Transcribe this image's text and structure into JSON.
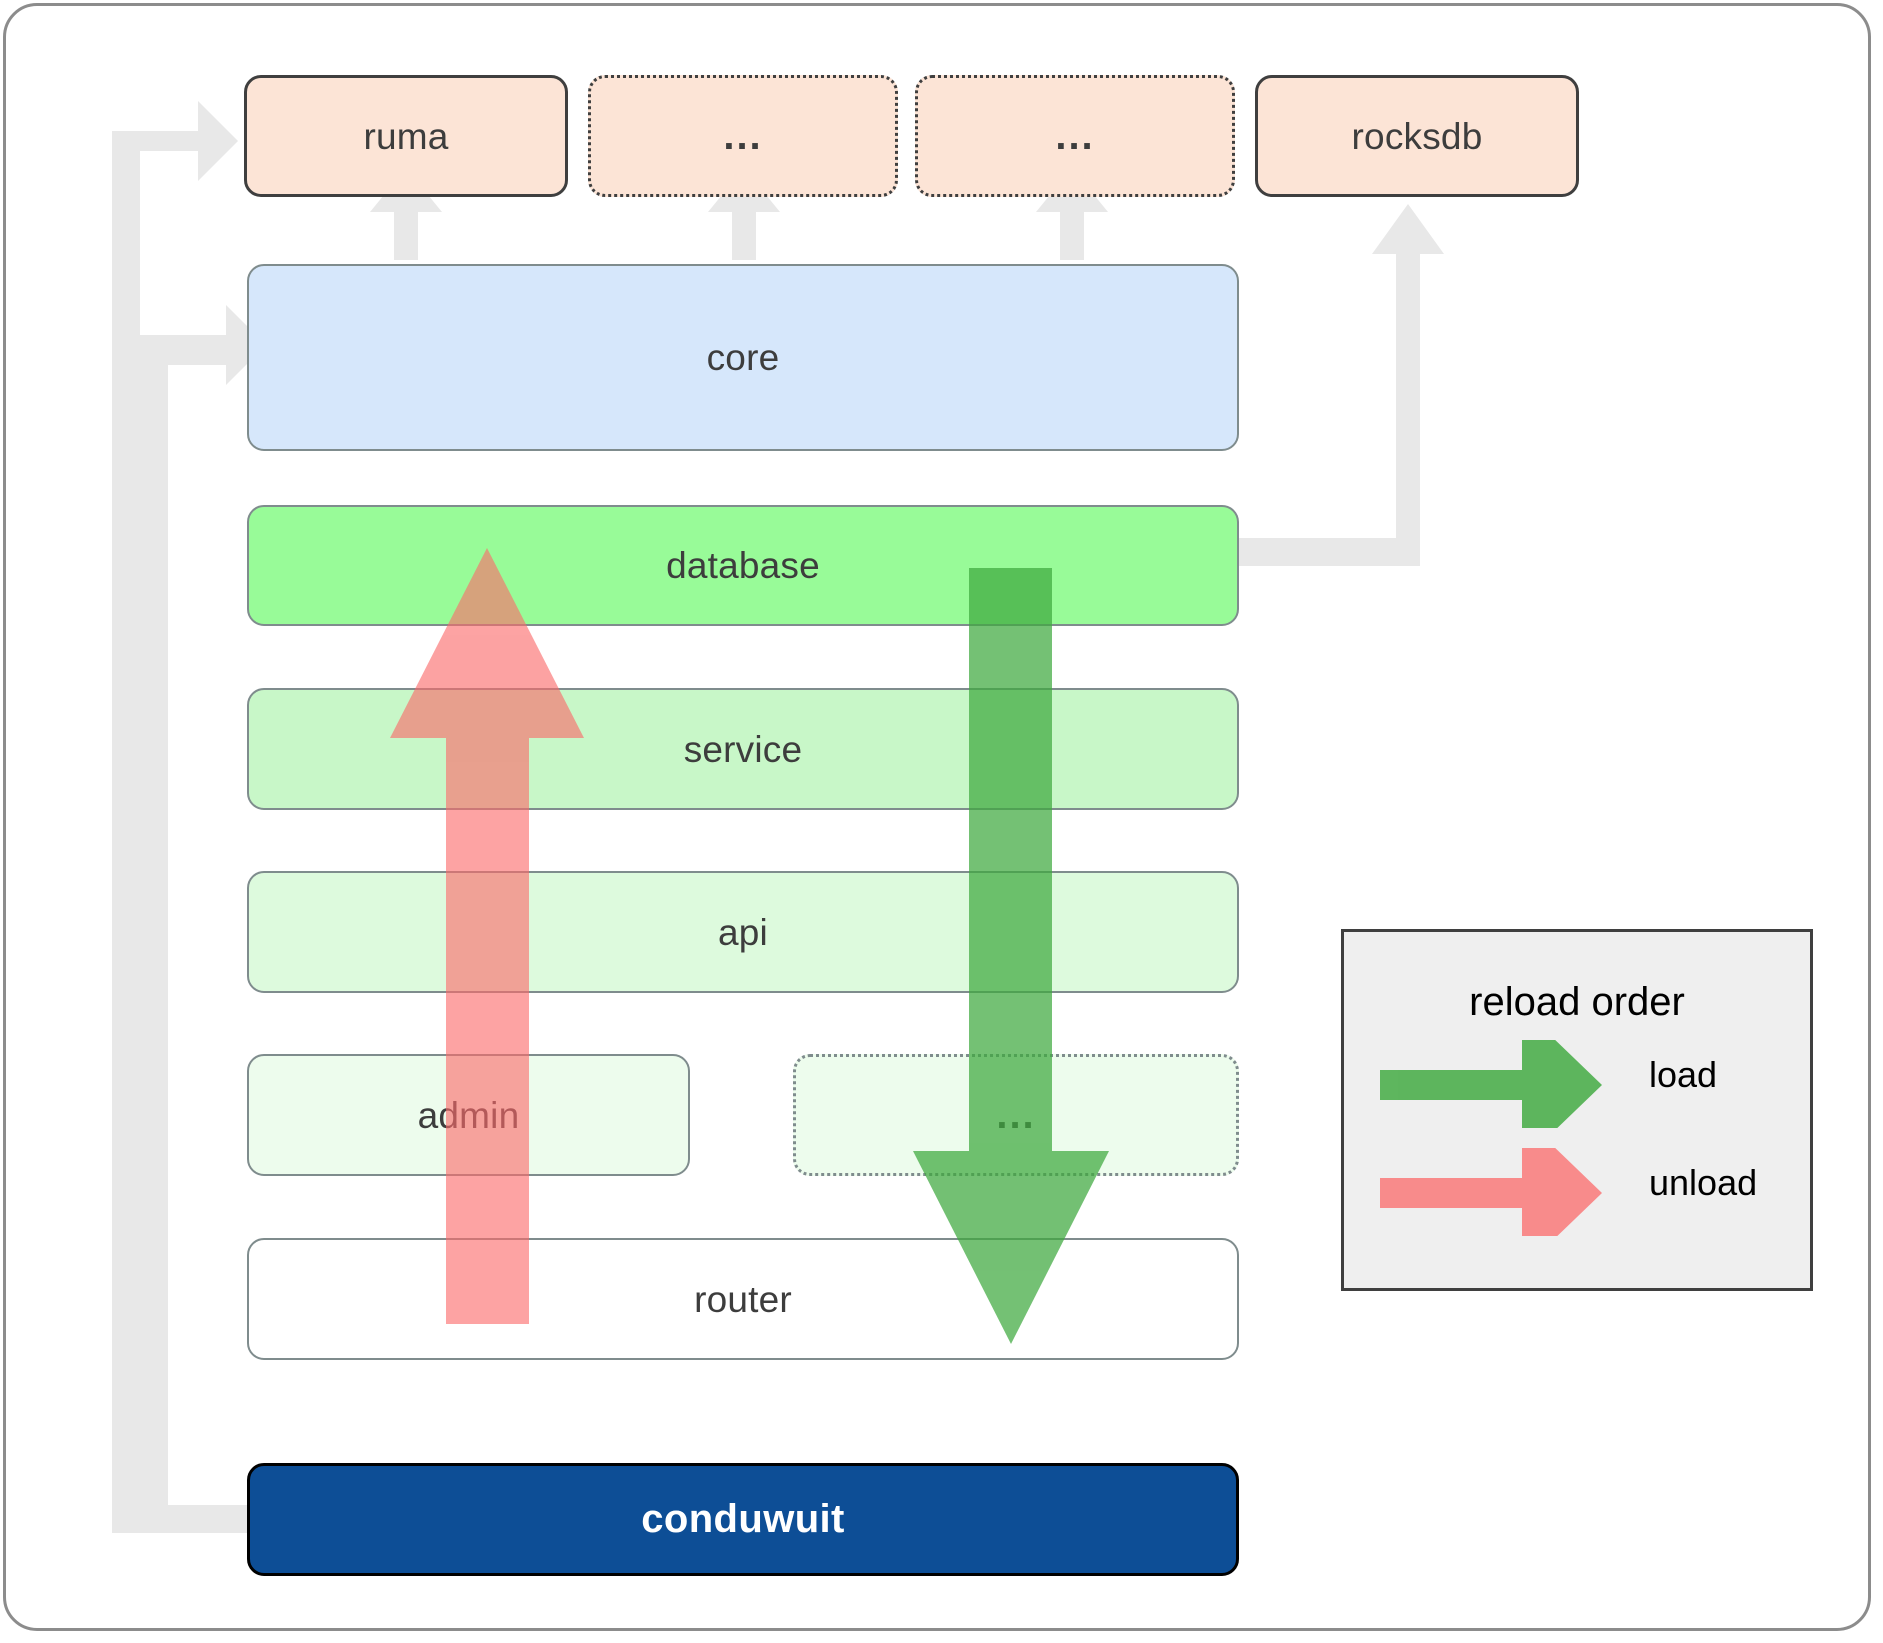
{
  "diagram": {
    "title": "conduwuit crate layering / reload order",
    "external_crates": [
      {
        "label": "ruma",
        "style": "solid",
        "optional": false
      },
      {
        "label": "...",
        "style": "dotted",
        "optional": true
      },
      {
        "label": "...",
        "style": "dotted",
        "optional": true
      },
      {
        "label": "rocksdb",
        "style": "solid",
        "optional": false
      }
    ],
    "layers": [
      {
        "label": "core",
        "fill": "#d6e7fb",
        "optional": false
      },
      {
        "label": "database",
        "fill": "#98fb98",
        "optional": false
      },
      {
        "label": "service",
        "fill": "#c8f7c8",
        "optional": false
      },
      {
        "label": "api",
        "fill": "#ddfadd",
        "optional": false
      },
      {
        "label": "admin",
        "fill": "#edfced",
        "optional": false
      },
      {
        "label": "...",
        "fill": "#edfced",
        "optional": true
      },
      {
        "label": "router",
        "fill": "#ffffff",
        "optional": false
      }
    ],
    "binary": {
      "label": "conduwuit",
      "fill": "#0d4e96",
      "text_color": "#ffffff"
    },
    "legend": {
      "title": "reload order",
      "entries": [
        {
          "label": "load",
          "color": "#5aad5a"
        },
        {
          "label": "unload",
          "color": "#fb8c8c"
        }
      ]
    },
    "colors": {
      "crate_fill": "#fce4d6",
      "connector": "#e8e8e8",
      "border": "#7f8c8d",
      "text": "#3d3d3d",
      "load_arrow": "#5aad5a",
      "unload_arrow": "#fb8c8c",
      "legend_bg": "#efefef"
    }
  }
}
